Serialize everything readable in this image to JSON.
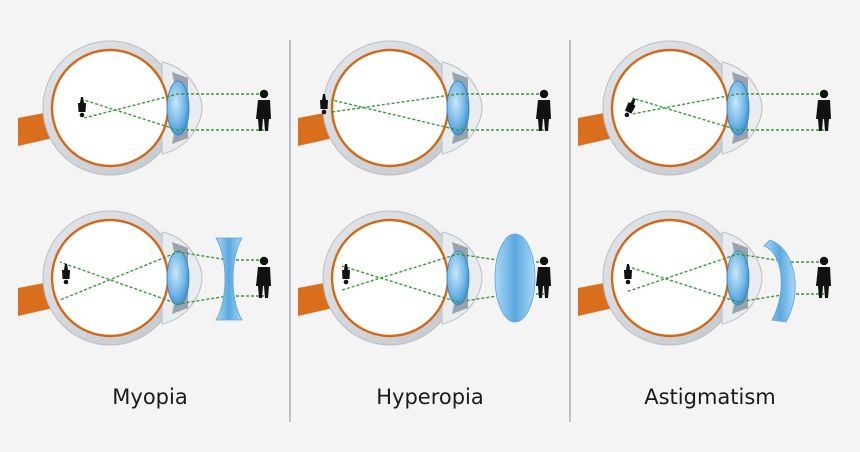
{
  "captions": {
    "myopia": "Myopia",
    "hyperopia": "Hyperopia",
    "astigmatism": "Astigmatism"
  },
  "colors": {
    "background": "#f4f4f4",
    "sclera_outline": "#c8c8c8",
    "inner_eye": "#ffffff",
    "retina": "#d06a1a",
    "optic_nerve": "#d96f1d",
    "lens": "#5aa6dc",
    "corrective_lens": "#7fc0ea",
    "light_rays": "#3a9a3a",
    "silhouette": "#111111",
    "divider": "#aab0b8"
  },
  "icons": [
    "eye-icon",
    "person-silhouette-icon",
    "inverted-image-icon",
    "concave-lens-icon",
    "convex-lens-icon",
    "cylindrical-lens-icon"
  ]
}
